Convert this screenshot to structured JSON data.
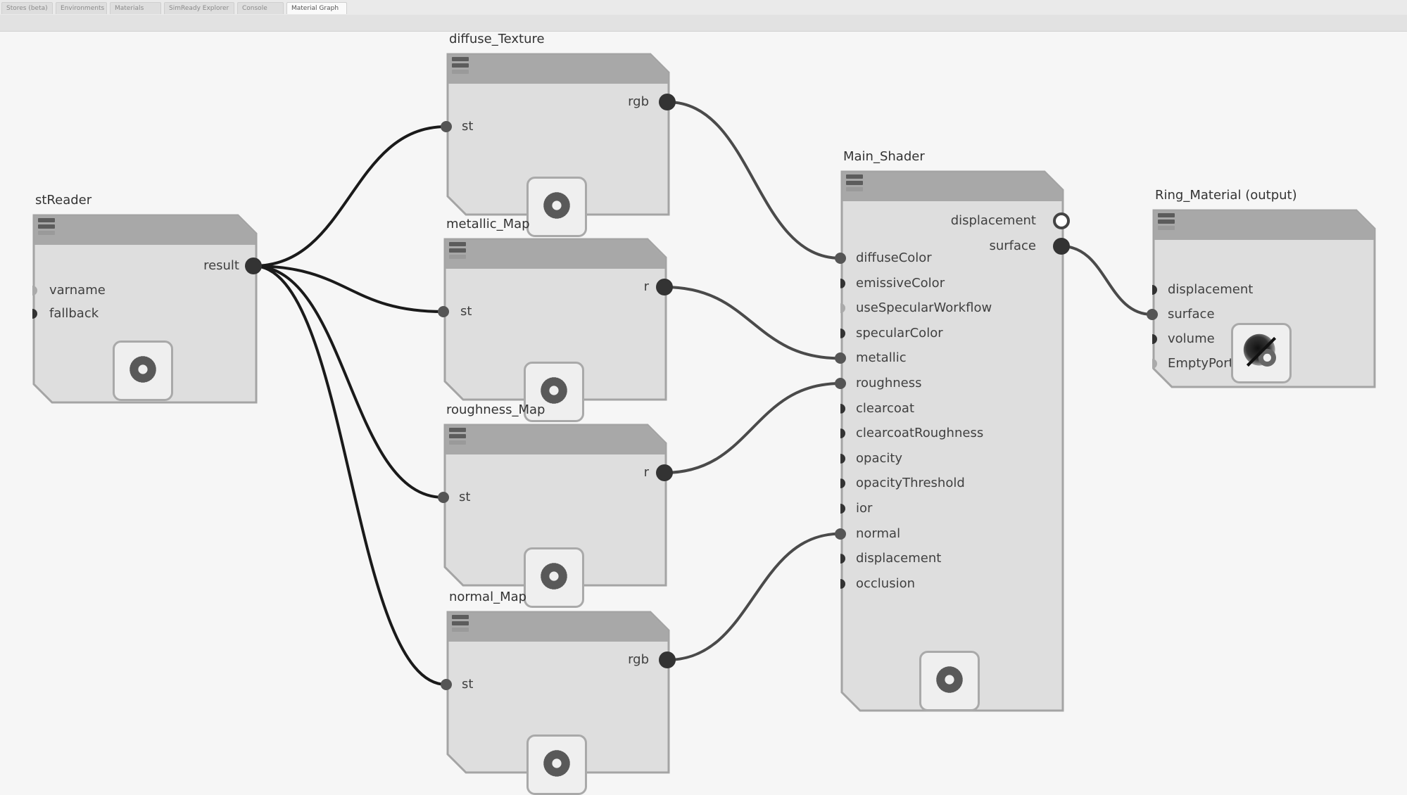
{
  "tabs": [
    {
      "label": "Stores (beta)",
      "active": false
    },
    {
      "label": "Environments",
      "active": false
    },
    {
      "label": "Materials",
      "active": false
    },
    {
      "label": "SimReady Explorer",
      "active": false
    },
    {
      "label": "Console",
      "active": false
    },
    {
      "label": "Material Graph",
      "active": true
    }
  ],
  "nodes": {
    "stReader": {
      "title": "stReader",
      "outputs": [
        "result"
      ],
      "inputs": [
        "varname",
        "fallback"
      ]
    },
    "diffuse_Texture": {
      "title": "diffuse_Texture",
      "outputs": [
        "rgb"
      ],
      "inputs": [
        "st"
      ]
    },
    "metallic_Map": {
      "title": "metallic_Map",
      "outputs": [
        "r"
      ],
      "inputs": [
        "st"
      ]
    },
    "roughness_Map": {
      "title": "roughness_Map",
      "outputs": [
        "r"
      ],
      "inputs": [
        "st"
      ]
    },
    "normal_Map": {
      "title": "normal_Map",
      "outputs": [
        "rgb"
      ],
      "inputs": [
        "st"
      ]
    },
    "Main_Shader": {
      "title": "Main_Shader",
      "outputs": [
        "displacement",
        "surface"
      ],
      "inputs": [
        "diffuseColor",
        "emissiveColor",
        "useSpecularWorkflow",
        "specularColor",
        "metallic",
        "roughness",
        "clearcoat",
        "clearcoatRoughness",
        "opacity",
        "opacityThreshold",
        "ior",
        "normal",
        "displacement",
        "occlusion"
      ]
    },
    "Ring_Material": {
      "title": "Ring_Material (output)",
      "inputs": [
        "displacement",
        "surface",
        "volume",
        "EmptyPort"
      ]
    }
  },
  "connections": [
    {
      "from": "stReader.result",
      "to": "diffuse_Texture.st"
    },
    {
      "from": "stReader.result",
      "to": "metallic_Map.st"
    },
    {
      "from": "stReader.result",
      "to": "roughness_Map.st"
    },
    {
      "from": "stReader.result",
      "to": "normal_Map.st"
    },
    {
      "from": "diffuse_Texture.rgb",
      "to": "Main_Shader.diffuseColor"
    },
    {
      "from": "metallic_Map.r",
      "to": "Main_Shader.metallic"
    },
    {
      "from": "roughness_Map.r",
      "to": "Main_Shader.roughness"
    },
    {
      "from": "normal_Map.rgb",
      "to": "Main_Shader.normal"
    },
    {
      "from": "Main_Shader.surface",
      "to": "Ring_Material.surface"
    }
  ],
  "icons": {
    "node_menu": "hamburger-menu-icon",
    "node_settings": "gear-icon",
    "material_preview": "material-preview-icon"
  },
  "colors": {
    "background": "#f6f6f6",
    "node_body": "#dedede",
    "node_header": "#a8a8a8",
    "wire_input": "#1a1a1a",
    "wire_output": "#4a4a4a"
  }
}
